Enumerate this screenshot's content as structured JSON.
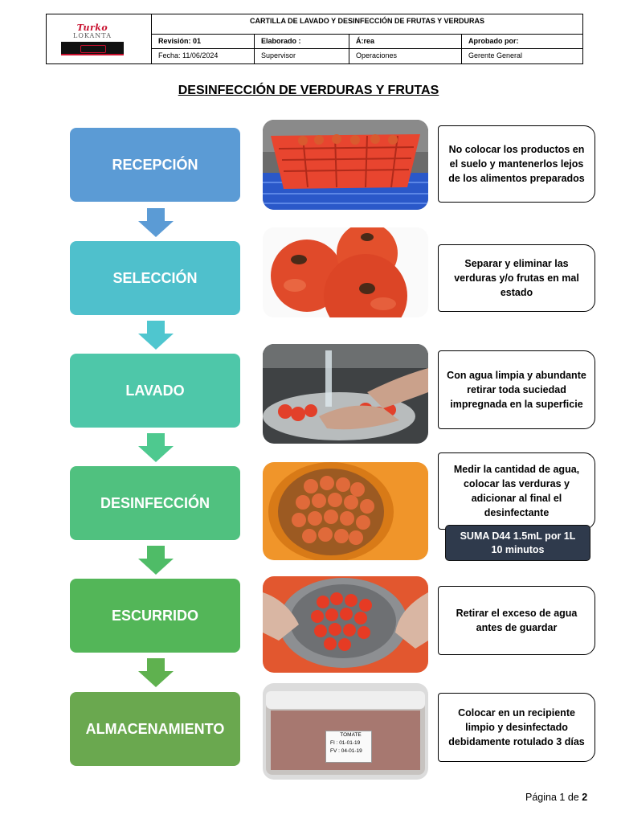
{
  "header": {
    "logo_text": "Turko",
    "logo_sub": "LOKANTA",
    "title": "CARTILLA DE LAVADO Y  DESINFECCIÓN DE FRUTAS Y VERDURAS",
    "revision": "Revisión:  01",
    "elaborado": "Elaborado :",
    "area": "Á:rea",
    "aprobado": "Aprobado por:",
    "fecha": "Fecha:  11/06/2024",
    "supervisor": "Supervisor",
    "operaciones": "Operaciones",
    "gerente": "Gerente General"
  },
  "doc_title": "DESINFECCIÓN  DE VERDURAS  Y FRUTAS",
  "steps": [
    {
      "label": "RECEPCIÓN",
      "color": "#5b9bd5",
      "note": "No colocar los productos en el suelo y mantenerlos lejos de los alimentos preparados"
    },
    {
      "label": "SELECCIÓN",
      "color": "#4fc0cc",
      "note": "Separar y eliminar las verduras y/o frutas en mal estado"
    },
    {
      "label": "LAVADO",
      "color": "#4ec7a9",
      "note": "Con agua limpia y abundante retirar toda suciedad impregnada en la superficie"
    },
    {
      "label": "DESINFECCIÓN",
      "color": "#50c17f",
      "note": "Medir la cantidad de agua, colocar las verduras y adicionar al final el desinfectante"
    },
    {
      "label": "ESCURRIDO",
      "color": "#53b658",
      "note": "Retirar el exceso de agua antes de guardar"
    },
    {
      "label": "ALMACENAMIENTO",
      "color": "#6aa84f",
      "note": "Colocar en un recipiente limpio y desinfectado debidamente rotulado 3 días"
    }
  ],
  "dose": {
    "line1": "SUMA D44 1.5mL por 1L",
    "line2": "10 minutos"
  },
  "storage_label": {
    "title": "TOMATE",
    "fi": "FI :  01-01-19",
    "fv": "FV : 04-01-19"
  },
  "page": {
    "prefix": "Página 1 de ",
    "total": "2"
  }
}
